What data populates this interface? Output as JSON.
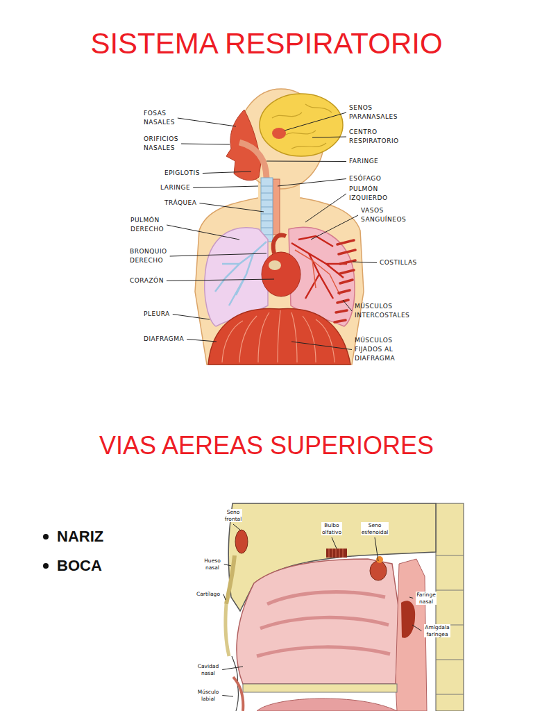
{
  "diagram": {
    "title": "SISTEMA RESPIRATORIO",
    "labels": [
      "FOSAS NASALES",
      "ORIFICIOS NASALES",
      "EPIGLOTIS",
      "LARINGE",
      "TRÁQUEA",
      "PULMÓN DERECHO",
      "BRONQUIO DERECHO",
      "CORAZÓN",
      "PLEURA",
      "DIAFRAGMA",
      "SENOS PARANASALES",
      "CENTRO RESPIRATORIO",
      "FARINGE",
      "ESÓFAGO",
      "PULMÓN IZQUIERDO",
      "VASOS SANGUÍNEOS",
      "COSTILLAS",
      "MÚSCULOS INTERCOSTALES",
      "MÚSCULOS FIJADOS AL DIAFRAGMA",
      "VIAS AEREAS SUPERIORES",
      "NARIZ",
      "BOCA",
      "Seno frontal",
      "Bulbo olfativo",
      "Seno esfenoidal",
      "Hueso nasal",
      "Cartílago",
      "Faringe nasal",
      "Amígdala faríngea",
      "Cavidad nasal",
      "Músculo labial"
    ]
  }
}
